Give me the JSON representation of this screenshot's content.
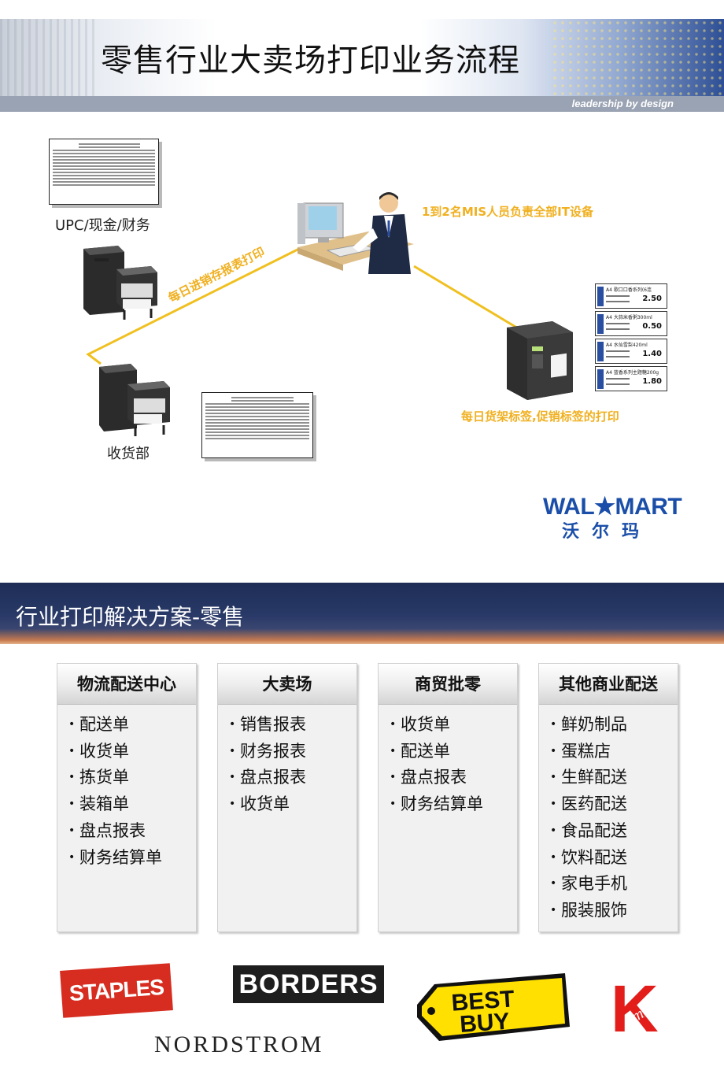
{
  "slide1": {
    "title": "零售行业大卖场打印业务流程",
    "tagline": "leadership by design",
    "label_upc": "UPC/现金/财务",
    "label_receiving": "收货部",
    "note_mis": "1到2名MIS人员负责全部IT设备",
    "note_daily_report": "每日进销存报表打印",
    "note_shelf": "每日货架标签,促销标签的打印",
    "shelf_labels": [
      {
        "name": "A4 歌口口香系列(6连",
        "price": "2.50"
      },
      {
        "name": "A4 大蒜米香粥300ml",
        "price": "0.50"
      },
      {
        "name": "A4 水仙雪梨420ml",
        "price": "1.40"
      },
      {
        "name": "A4 蓝香系列主题糖200g",
        "price": "1.80"
      }
    ],
    "walmart_en": "WAL★MART",
    "walmart_cn": "沃尔玛"
  },
  "slide2": {
    "title": "行业打印解决方案-零售",
    "columns": [
      {
        "header": "物流配送中心",
        "items": [
          "配送单",
          "收货单",
          "拣货单",
          "装箱单",
          "盘点报表",
          "财务结算单"
        ]
      },
      {
        "header": "大卖场",
        "items": [
          "销售报表",
          "财务报表",
          "盘点报表",
          "收货单"
        ]
      },
      {
        "header": "商贸批零",
        "items": [
          "收货单",
          "配送单",
          "盘点报表",
          "财务结算单"
        ]
      },
      {
        "header": "其他商业配送",
        "items": [
          "鲜奶制品",
          "蛋糕店",
          "生鲜配送",
          "医药配送",
          "食品配送",
          "饮料配送",
          "家电手机",
          "服装服饰"
        ]
      }
    ],
    "logos": {
      "staples": "STAPLES",
      "borders": "BORDERS",
      "nordstrom": "NORDSTROM",
      "bestbuy_line1": "BEST",
      "bestbuy_line2": "BUY",
      "kmart_letter": "K",
      "kmart_script": "mart"
    }
  },
  "colors": {
    "note_orange": "#f0b020",
    "banner_navy": "#1d2d56",
    "walmart_blue": "#1a4ea8",
    "staples_red": "#d62d20",
    "bestbuy_yellow": "#ffe000",
    "kmart_red": "#e31d1a"
  }
}
